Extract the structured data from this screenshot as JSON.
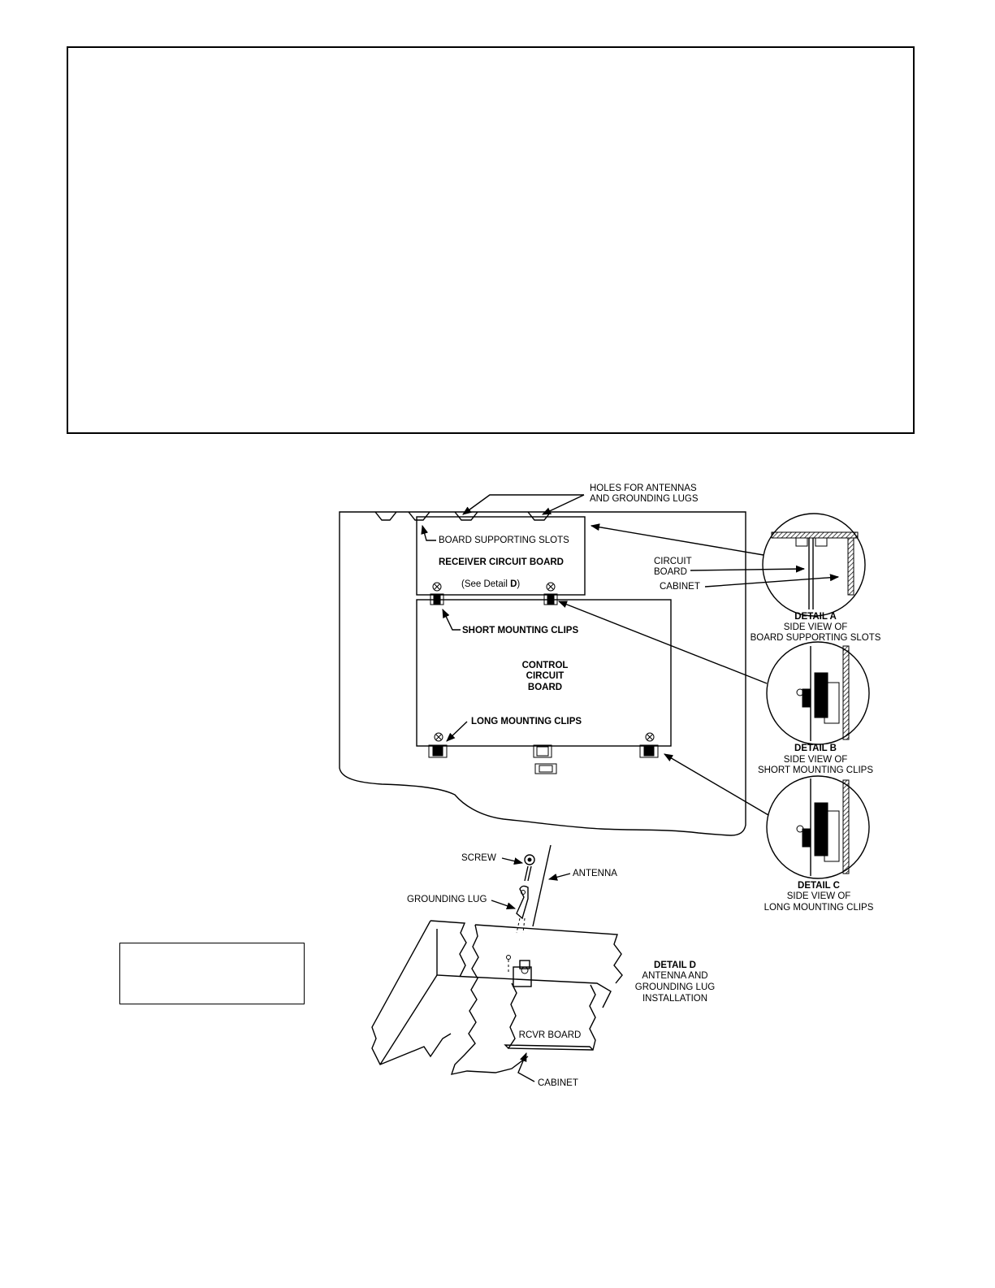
{
  "labels": {
    "holes_1": "HOLES FOR ANTENNAS",
    "holes_2": "AND GROUNDING LUGS",
    "board_slots": "BOARD SUPPORTING SLOTS",
    "receiver_board": "RECEIVER CIRCUIT BOARD",
    "see_detail_prefix": "(See Detail ",
    "see_detail_letter": "D",
    "see_detail_suffix": ")",
    "short_clips": "SHORT MOUNTING CLIPS",
    "control_1": "CONTROL",
    "control_2": "CIRCUIT",
    "control_3": "BOARD",
    "long_clips": "LONG MOUNTING CLIPS",
    "circuit_1": "CIRCUIT",
    "circuit_2": "BOARD",
    "cabinet": "CABINET",
    "detail_a_1": "DETAIL A",
    "detail_a_2": "SIDE VIEW OF",
    "detail_a_3": "BOARD SUPPORTING SLOTS",
    "detail_b_1": "DETAIL B",
    "detail_b_2": "SIDE VIEW OF",
    "detail_b_3": "SHORT MOUNTING CLIPS",
    "detail_c_1": "DETAIL C",
    "detail_c_2": "SIDE VIEW OF",
    "detail_c_3": "LONG MOUNTING CLIPS",
    "screw": "SCREW",
    "antenna": "ANTENNA",
    "grounding_lug": "GROUNDING LUG",
    "detail_d_1": "DETAIL D",
    "detail_d_2": "ANTENNA AND",
    "detail_d_3": "GROUNDING LUG",
    "detail_d_4": "INSTALLATION",
    "rcvr_board": "RCVR BOARD",
    "cabinet_bottom": "CABINET"
  }
}
